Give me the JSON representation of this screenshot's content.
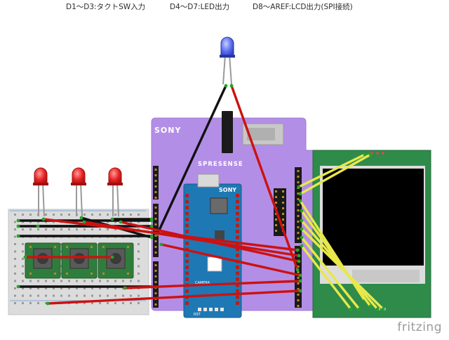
{
  "captions": {
    "switches": "D1～D3:タクトSW入力",
    "leds": "D4～D7:LED出力",
    "lcd": "D8～AREF:LCD出力(SPI接続)"
  },
  "board": {
    "extension_logo": "SONY",
    "extension_name": "SPRESENSE",
    "main_logo": "SONY",
    "camera_label": "CAMERA",
    "rst_label": "RST"
  },
  "watermark": "fritzing",
  "colors": {
    "extension_board": "#b38ee6",
    "main_board": "#1e78b4",
    "lcd_pcb": "#2e8b4a",
    "wire_red": "#cc1111",
    "wire_black": "#111111",
    "wire_yellow": "#e8e84a",
    "led_red": "#e62020",
    "led_blue": "#5a6cf0"
  }
}
